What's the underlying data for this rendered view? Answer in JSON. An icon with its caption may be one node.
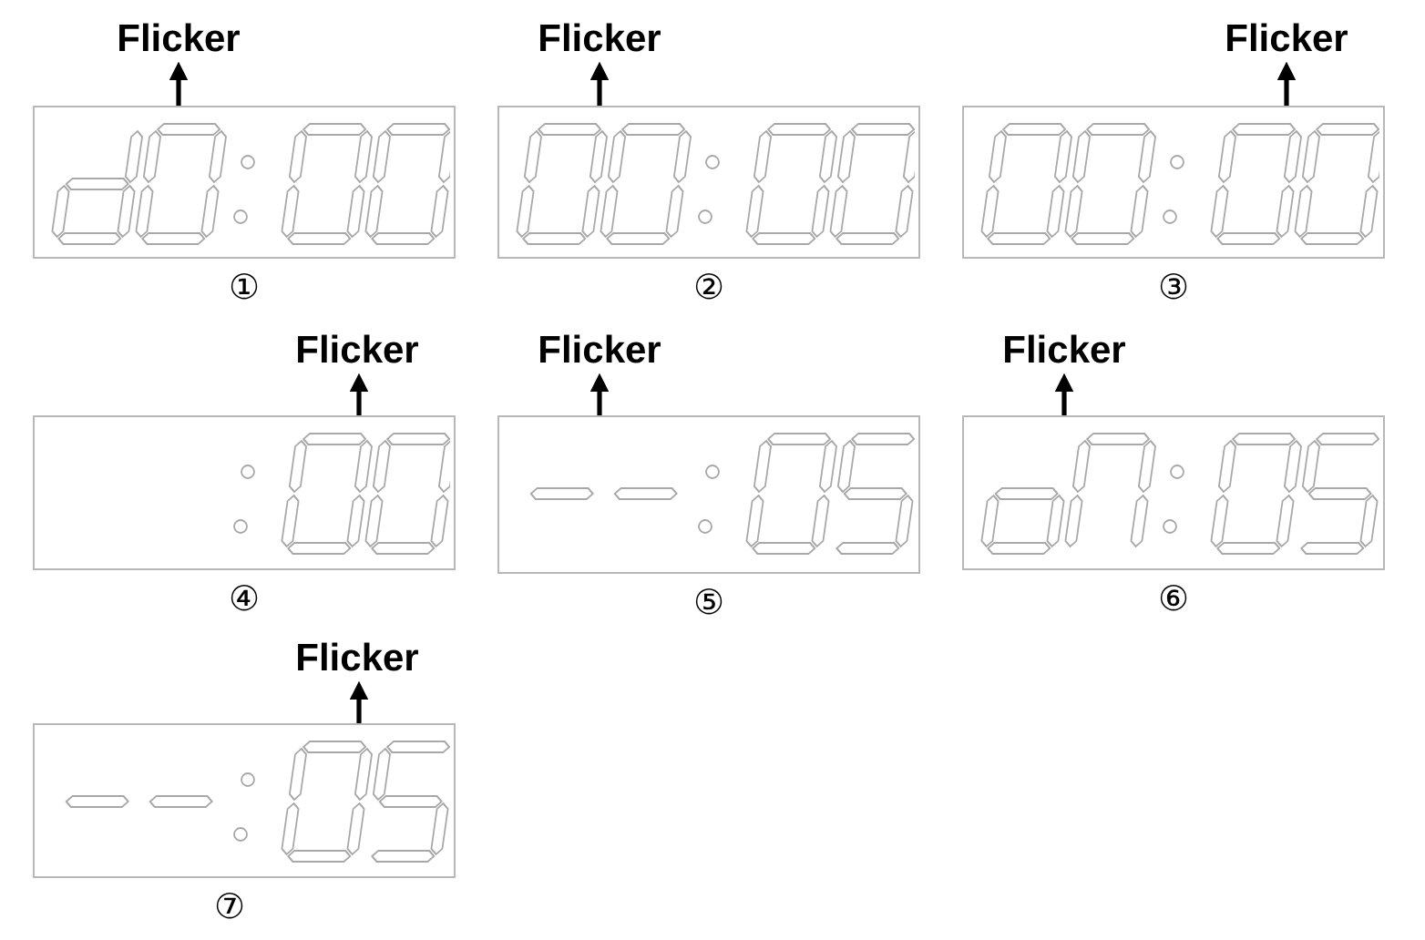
{
  "diagram": {
    "nodes": [
      {
        "text": [
          "Flicker"
        ]
      },
      {
        "text": [],
        "shape": "box",
        "beside": [
          "①"
        ]
      },
      {
        "text": [
          "Flicker"
        ]
      },
      {
        "text": [],
        "shape": "box",
        "beside": [
          "②"
        ]
      },
      {
        "text": [
          "Flicker"
        ]
      },
      {
        "text": [],
        "shape": "box",
        "beside": [
          "③"
        ]
      },
      {
        "text": [
          "Flicker"
        ]
      },
      {
        "text": [],
        "shape": "box",
        "beside": [
          "④"
        ]
      },
      {
        "text": [
          "Flicker"
        ]
      },
      {
        "text": [],
        "shape": "box",
        "beside": [
          "⑤"
        ]
      },
      {
        "text": [
          "Flicker"
        ]
      },
      {
        "text": [],
        "shape": "box",
        "beside": [
          "⑥"
        ]
      },
      {
        "text": [
          "Flicker"
        ]
      },
      {
        "text": [],
        "shape": "box",
        "beside": [
          "⑦"
        ]
      }
    ],
    "edges": [
      {
        "from": 1,
        "to": 0,
        "arrow": "to"
      },
      {
        "from": 3,
        "to": 2,
        "arrow": "to"
      },
      {
        "from": 5,
        "to": 4,
        "arrow": "to"
      },
      {
        "from": 7,
        "to": 6,
        "arrow": "to"
      },
      {
        "from": 9,
        "to": 8,
        "arrow": "to"
      },
      {
        "from": 11,
        "to": 10,
        "arrow": "to"
      },
      {
        "from": 13,
        "to": 12,
        "arrow": "to"
      }
    ]
  }
}
